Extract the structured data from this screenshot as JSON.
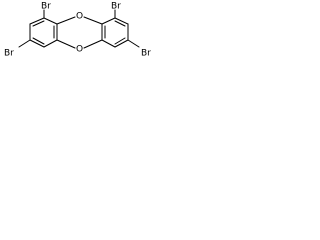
{
  "diagram": {
    "type": "chemical-structure",
    "atom_labels": {
      "br_top_left": "Br",
      "br_top_right": "Br",
      "br_left": "Br",
      "br_right": "Br",
      "o_top": "O",
      "o_bottom": "O"
    },
    "colors": {
      "bond": "#000000",
      "label": "#000000",
      "background": "#ffffff"
    }
  }
}
